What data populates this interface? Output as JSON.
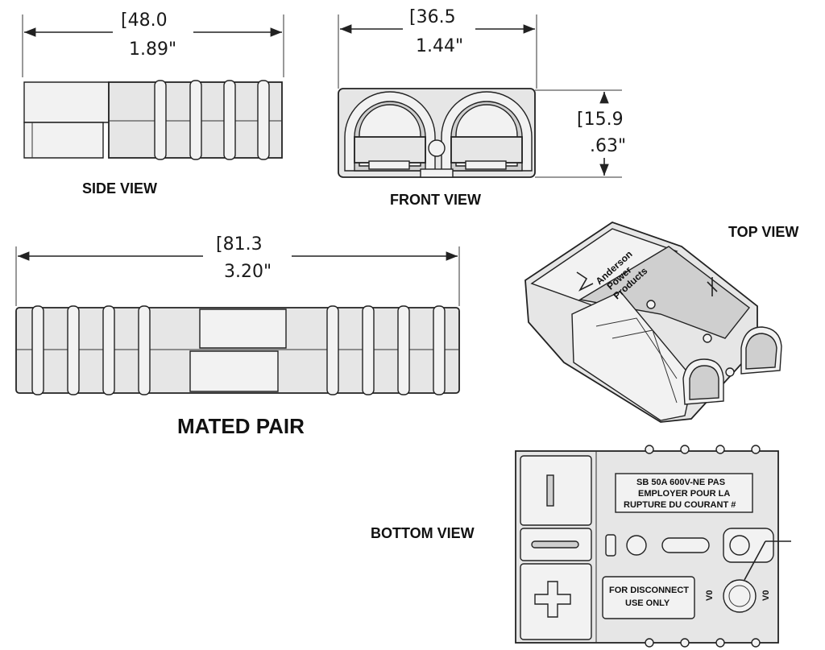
{
  "views": {
    "side": {
      "label": "SIDE VIEW",
      "dim_mm": "[48.0",
      "dim_in": "1.89\""
    },
    "front": {
      "label": "FRONT VIEW",
      "width_mm": "[36.5",
      "width_in": "1.44\"",
      "height_mm": "[15.9",
      "height_in": ".63\""
    },
    "mated": {
      "label": "MATED PAIR",
      "dim_mm": "[81.3",
      "dim_in": "3.20\""
    },
    "top": {
      "label": "TOP VIEW",
      "brand_lines": [
        "Anderson",
        "Power",
        "Products"
      ]
    },
    "bottom": {
      "label": "BOTTOM VIEW",
      "rating_lines": [
        "SB 50A 600V-NE PAS",
        "EMPLOYER POUR LA",
        "RUPTURE DU COURANT  #"
      ],
      "disconnect_lines": [
        "FOR DISCONNECT",
        "USE ONLY"
      ],
      "side_mark": "V0"
    }
  },
  "colors": {
    "line": "#222222",
    "body": "#e6e6e6",
    "background": "#ffffff"
  }
}
